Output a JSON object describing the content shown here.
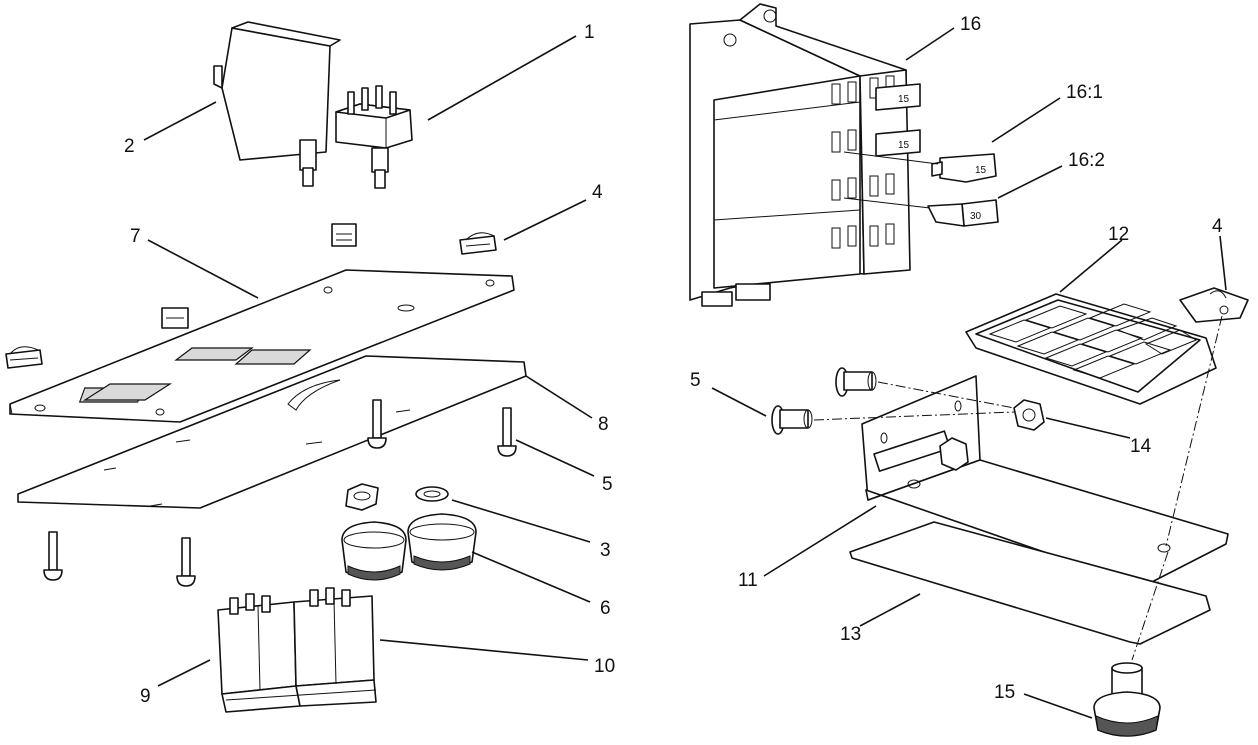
{
  "callouts": {
    "c1": "1",
    "c2": "2",
    "c3": "3",
    "c4a": "4",
    "c4b": "4",
    "c5a": "5",
    "c5b": "5",
    "c6": "6",
    "c7": "7",
    "c8": "8",
    "c9": "9",
    "c10": "10",
    "c11": "11",
    "c12": "12",
    "c13": "13",
    "c14": "14",
    "c15": "15",
    "c16": "16",
    "c16_1": "16:1",
    "c16_2": "16:2"
  },
  "fuse_labels": {
    "fuse_a": "15",
    "fuse_b": "15",
    "fuse_c": "15",
    "fuse_d": "30"
  }
}
